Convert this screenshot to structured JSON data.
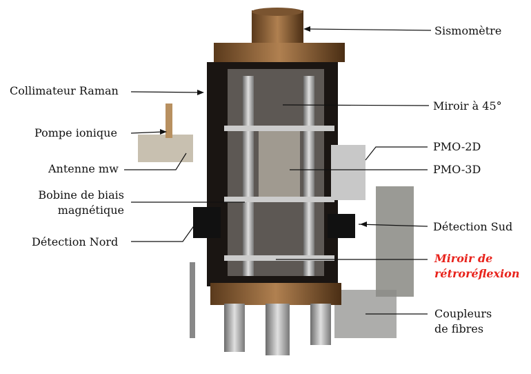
{
  "labels": {
    "sismometre": "Sismomètre",
    "collimateur": "Collimateur Raman",
    "pompe": "Pompe ionique",
    "antenne": "Antenne mw",
    "bobine_l1": "Bobine de biais",
    "bobine_l2": "magnétique",
    "detection_nord": "Détection Nord",
    "miroir45": "Miroir à 45°",
    "pmo2d": "PMO-2D",
    "pmo3d": "PMO-3D",
    "detection_sud": "Détection Sud",
    "miroir_retro_l1": "Miroir de",
    "miroir_retro_l2": "rétroréflexion",
    "coupleurs_l1": "Coupleurs",
    "coupleurs_l2": "de fibres"
  },
  "colors": {
    "highlight": "#e8231c"
  }
}
